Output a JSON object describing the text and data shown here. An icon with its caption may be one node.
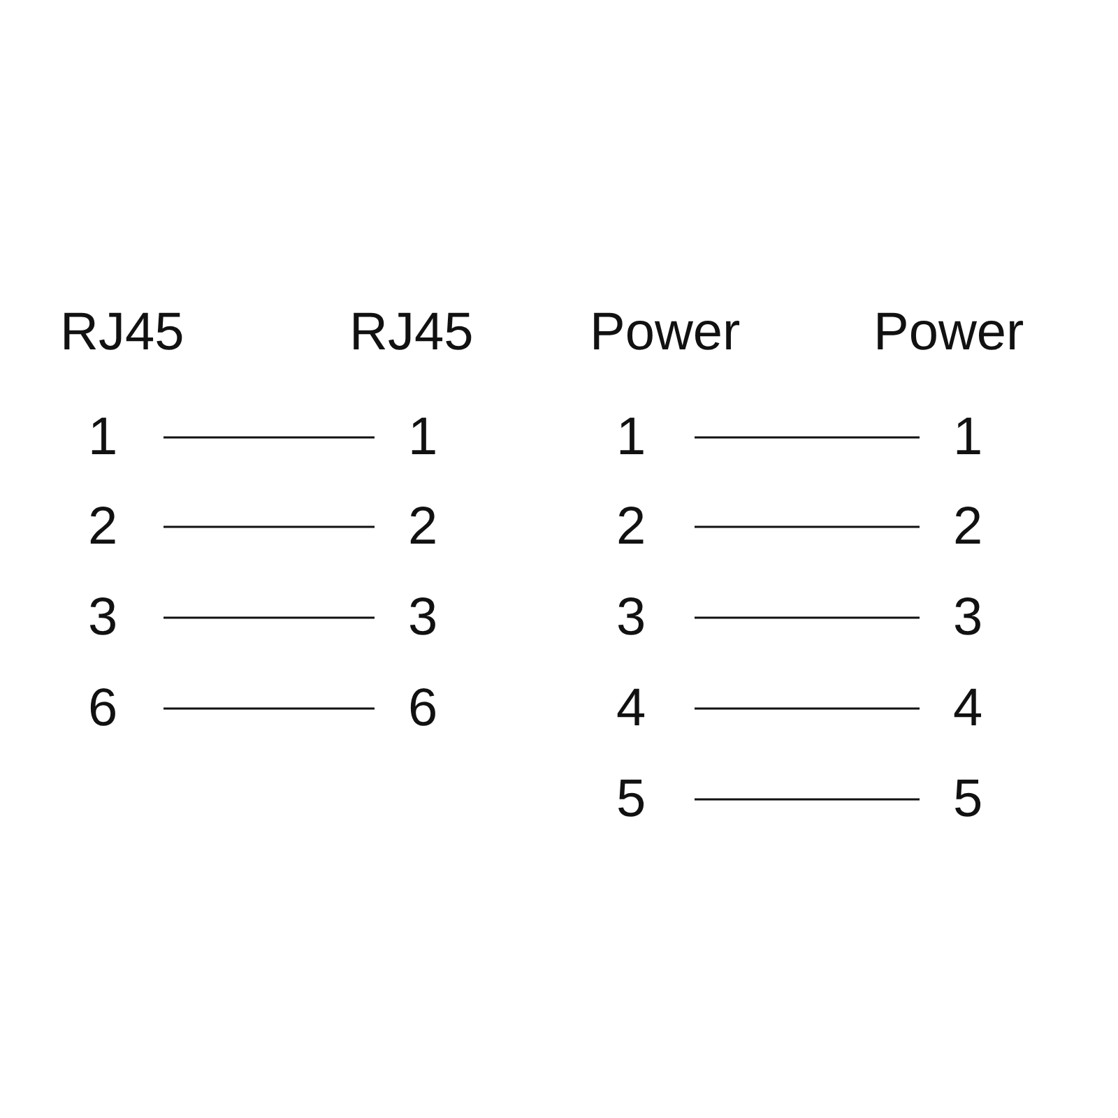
{
  "diagram": {
    "nodes": [
      {
        "text": [
          "1"
        ]
      },
      {
        "text": [
          "1"
        ]
      },
      {
        "text": [
          "1"
        ]
      },
      {
        "text": [
          "1"
        ]
      },
      {
        "text": [
          "2"
        ]
      },
      {
        "text": [
          "2"
        ]
      },
      {
        "text": [
          "2"
        ]
      },
      {
        "text": [
          "2"
        ]
      },
      {
        "text": [
          "3"
        ]
      },
      {
        "text": [
          "3"
        ]
      },
      {
        "text": [
          "3"
        ]
      },
      {
        "text": [
          "3"
        ]
      },
      {
        "text": [
          "6"
        ]
      },
      {
        "text": [
          "6"
        ]
      },
      {
        "text": [
          "4"
        ]
      },
      {
        "text": [
          "4"
        ]
      },
      {
        "text": [
          "5"
        ]
      },
      {
        "text": [
          "5"
        ]
      }
    ],
    "edges": [
      {
        "from": 0,
        "to": 1,
        "arrow": "none"
      },
      {
        "from": 2,
        "to": 3,
        "arrow": "none"
      },
      {
        "from": 4,
        "to": 5,
        "arrow": "none"
      },
      {
        "from": 6,
        "to": 7,
        "arrow": "none"
      },
      {
        "from": 8,
        "to": 9,
        "arrow": "none"
      },
      {
        "from": 10,
        "to": 11,
        "arrow": "none"
      },
      {
        "from": 12,
        "to": 13,
        "arrow": "none"
      },
      {
        "from": 14,
        "to": 15,
        "arrow": "none"
      },
      {
        "from": 16,
        "to": 17,
        "arrow": "none"
      }
    ],
    "labels": [
      "RJ45",
      "RJ45",
      "Power",
      "Power"
    ]
  }
}
